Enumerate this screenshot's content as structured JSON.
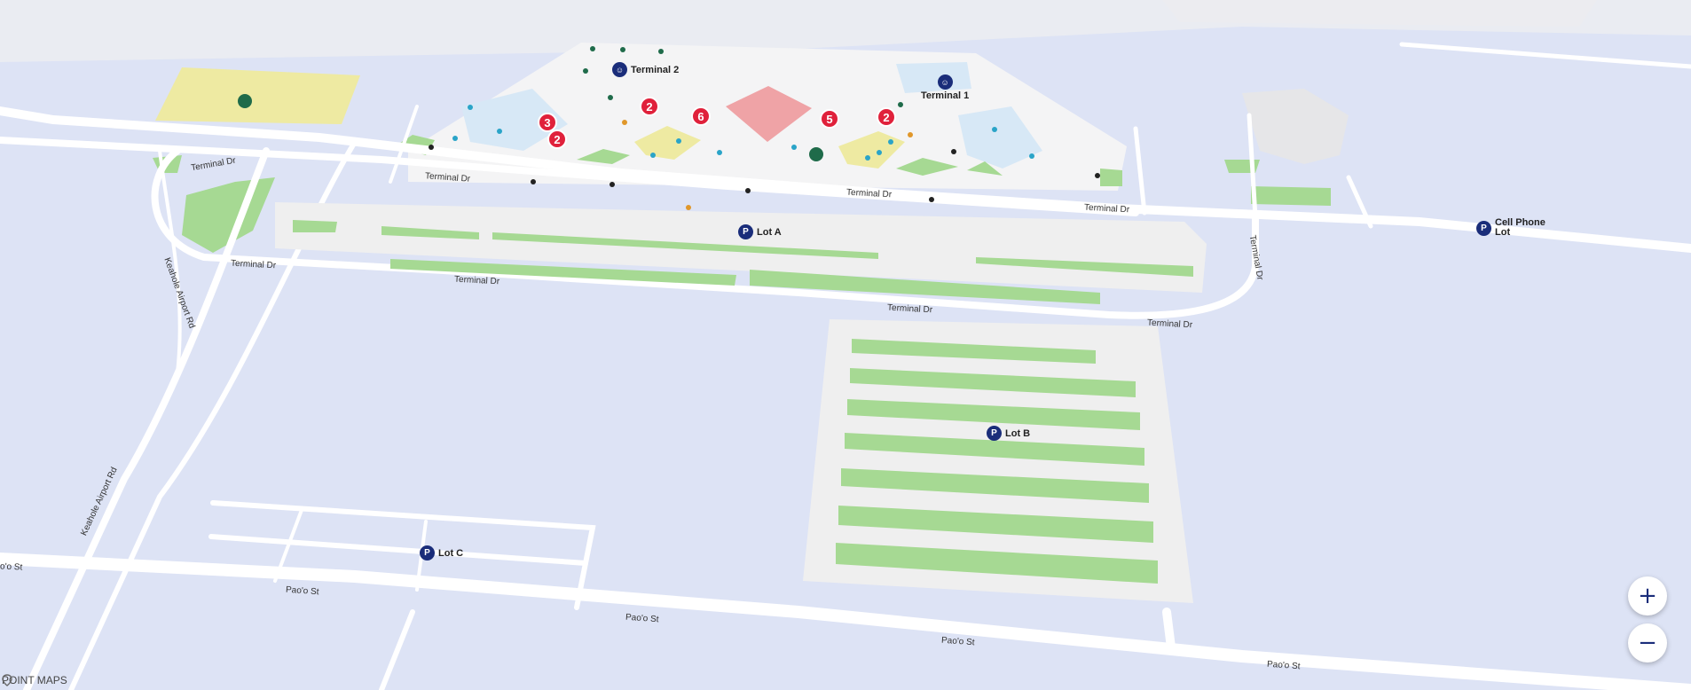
{
  "map": {
    "roads": {
      "terminal_dr": "Terminal Dr",
      "keahole_airport_rd": "Keahole Airport Rd",
      "paoo_st": "Pao'o St",
      "paoo_st_partial": "o'o St"
    },
    "terminals": {
      "terminal_1": "Terminal 1",
      "terminal_2": "Terminal 2"
    },
    "parking": {
      "symbol": "P",
      "lot_a": "Lot A",
      "lot_b": "Lot B",
      "lot_c": "Lot C",
      "cell_phone_lot": "Cell Phone Lot"
    },
    "clusters": {
      "c1": "3",
      "c2": "2",
      "c3": "2",
      "c4": "6",
      "c5": "5",
      "c6": "2"
    },
    "colors": {
      "background": "#dde3f5",
      "road": "#ffffff",
      "parking_surface": "#efefef",
      "green_median": "#a6d993",
      "cluster": "#e0213b",
      "parking_pin": "#1a2d7a",
      "building_highlight": "#efa3a6",
      "zone_yellow": "#eeeaa2"
    }
  },
  "controls": {
    "zoom_in": "+",
    "zoom_out": "−"
  },
  "branding": {
    "name": "POINT MAPS"
  }
}
